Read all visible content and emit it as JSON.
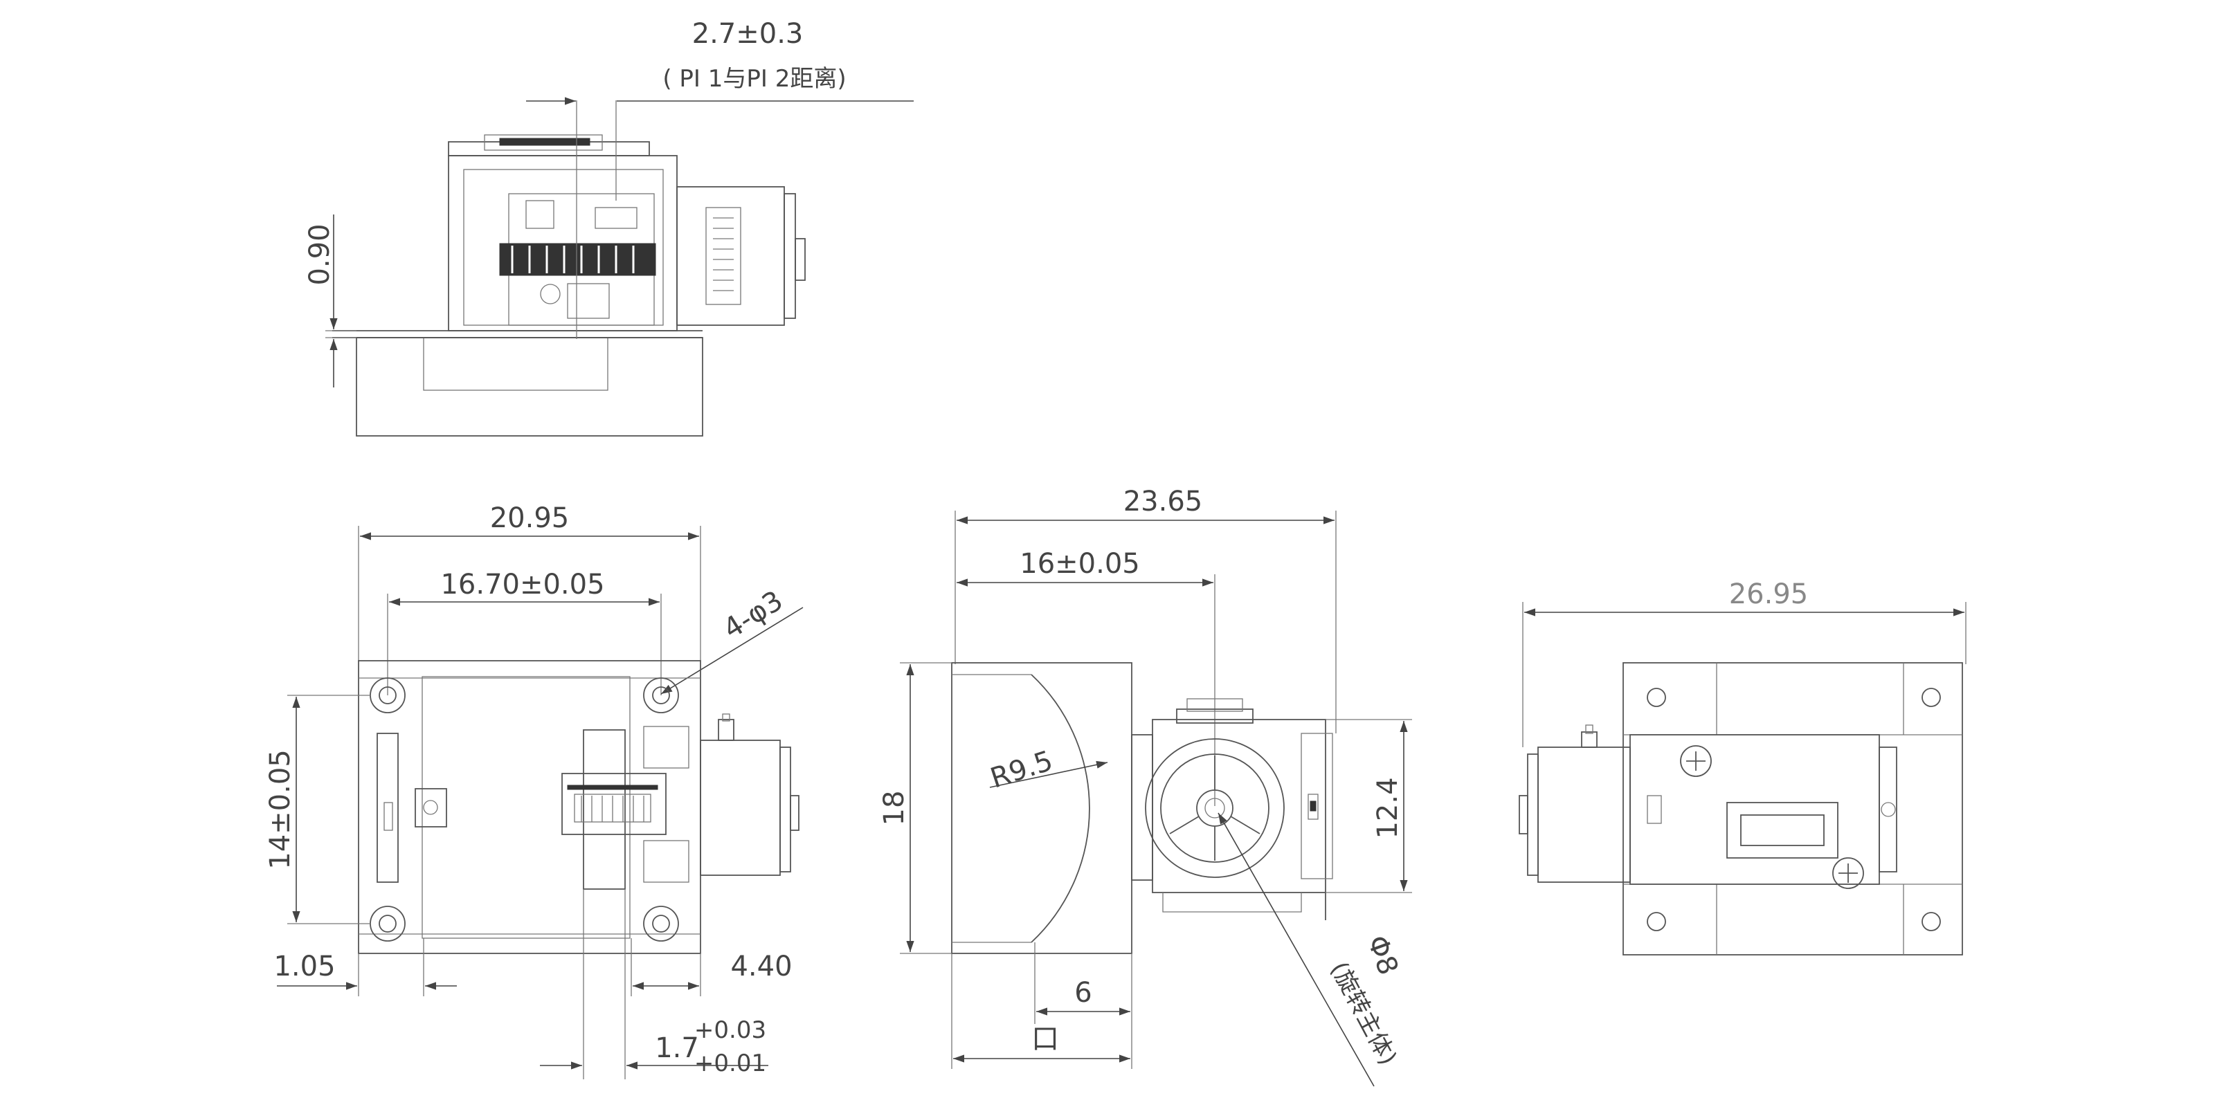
{
  "colors": {
    "line": "#555555",
    "dimension": "#444444",
    "background": "#ffffff"
  },
  "top_view": {
    "pitch_dim": "2.7±0.3",
    "pitch_note": "( PI 1与PI 2距离)",
    "height_dim": "0.90"
  },
  "front_view": {
    "width_overall": "20.95",
    "hole_spacing_x": "16.70±0.05",
    "hole_callout": "4-φ3",
    "hole_spacing_y": "14±0.05",
    "left_offset": "1.05",
    "right_offset": "4.40",
    "slot_width": "1.7",
    "slot_tol_upper": "+0.03",
    "slot_tol_lower": "+0.01"
  },
  "side_view": {
    "width_overall": "23.65",
    "axis_distance": "16±0.05",
    "radius": "R9.5",
    "height_overall": "18",
    "shaft_height": "12.4",
    "bottom_dim": "6",
    "bottom_dim_2": "口",
    "dia_callout": "Φ8",
    "dia_note": "(旋转主体)"
  },
  "rear_view": {
    "width_overall": "26.95"
  }
}
